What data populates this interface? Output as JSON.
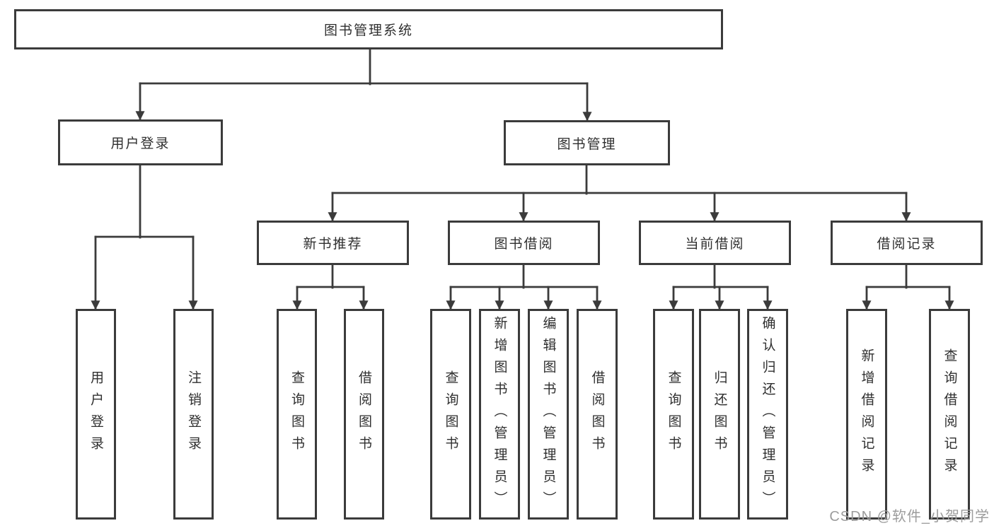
{
  "tree": {
    "root": "图书管理系统",
    "level2": [
      {
        "label": "用户登录",
        "children": [
          "用户登录",
          "注销登录"
        ]
      },
      {
        "label": "图书管理",
        "children_groups": [
          {
            "label": "新书推荐",
            "children": [
              "查询图书",
              "借阅图书"
            ]
          },
          {
            "label": "图书借阅",
            "children": [
              "查询图书",
              "新增图书（管理员）",
              "编辑图书（管理员）",
              "借阅图书"
            ]
          },
          {
            "label": "当前借阅",
            "children": [
              "查询图书",
              "归还图书",
              "确认归还（管理员）"
            ]
          },
          {
            "label": "借阅记录",
            "children": [
              "新增借阅记录",
              "查询借阅记录"
            ]
          }
        ]
      }
    ]
  },
  "watermark": {
    "text": "CSDN @软件_小贺同学"
  },
  "colors": {
    "line": "#3b3b3b",
    "text": "#2f2f2f",
    "box_bg": "#ffffff",
    "background": "#ffffff",
    "watermark": "#9c9c9c"
  }
}
